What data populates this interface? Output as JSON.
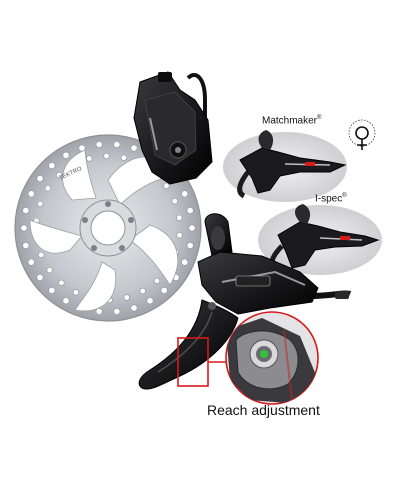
{
  "labels": {
    "matchmaker": "Matchmaker",
    "ispec": "I-spec",
    "reach": "Reach adjustment",
    "registered": "®"
  },
  "rotor": {
    "brand_text": "TEKTRO"
  },
  "badge": {
    "icon": "female-symbol-icon"
  },
  "colors": {
    "highlight": "#d51a1a",
    "metal": "#c9ccd0",
    "dark": "#1c1c1e",
    "inset_bg": "#e4e4e6",
    "indicator": "#2fc437"
  }
}
